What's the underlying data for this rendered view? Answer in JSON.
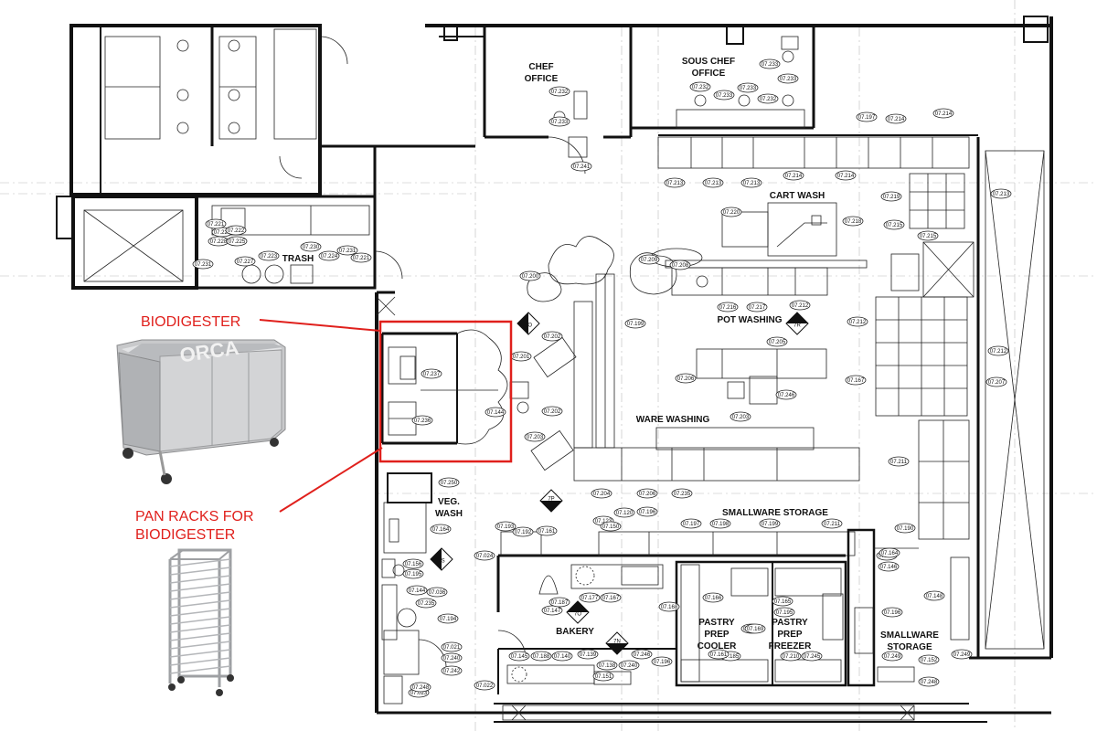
{
  "callouts": {
    "biodigester": "BIODIGESTER",
    "pan_racks_line1": "PAN RACKS FOR",
    "pan_racks_line2": "BIODIGESTER",
    "highlight_color": "#e0201c"
  },
  "product_label": "ORCA",
  "rooms": {
    "chef_office_1": "CHEF",
    "chef_office_2": "OFFICE",
    "sous_chef_1": "SOUS CHEF",
    "sous_chef_2": "OFFICE",
    "cart_wash": "CART WASH",
    "trash": "TRASH",
    "pot_washing": "POT WASHING",
    "ware_washing": "WARE WASHING",
    "veg_wash_1": "VEG.",
    "veg_wash_2": "WASH",
    "smallware_storage_top": "SMALLWARE STORAGE",
    "bakery": "BAKERY",
    "pastry_cooler_1": "PASTRY",
    "pastry_cooler_2": "PREP",
    "pastry_cooler_3": "COOLER",
    "pastry_freezer_1": "PASTRY",
    "pastry_freezer_2": "PREP",
    "pastry_freezer_3": "FREEZER",
    "smallware_storage_1": "SMALLWARE",
    "smallware_storage_2": "STORAGE"
  },
  "section_markers": [
    "7R",
    "7O",
    "7P",
    "7S",
    "7O",
    "7N"
  ],
  "tags": [
    "07.231",
    "07.226",
    "07.228",
    "07.222",
    "07.225",
    "07.227",
    "07.221",
    "07.223",
    "07.230",
    "07.224",
    "07.231",
    "07.221",
    "07.232",
    "07.233",
    "07.241",
    "07.232",
    "07.233",
    "07.233",
    "07.232",
    "07.233",
    "07.233",
    "07.197",
    "07.214",
    "07.214",
    "07.213",
    "07.213",
    "07.213",
    "07.214",
    "07.214",
    "07.220",
    "07.218",
    "07.219",
    "07.215",
    "07.215",
    "07.213",
    "07.209",
    "07.208",
    "07.216",
    "07.217",
    "07.212",
    "07.212",
    "07.167",
    "07.212",
    "07.207",
    "07.205",
    "07.206",
    "07.246",
    "07.203",
    "07.200",
    "07.201",
    "07.202",
    "07.202",
    "07.203",
    "07.199",
    "07.237",
    "07.236",
    "07.144",
    "07.204",
    "07.206",
    "07.235",
    "07.250",
    "07.164",
    "07.156",
    "07.195",
    "07.144",
    "07.036",
    "07.235",
    "07.194",
    "07.193",
    "07.192",
    "07.161",
    "07.123",
    "07.120",
    "07.196",
    "07.197",
    "07.198",
    "07.199",
    "07.211",
    "07.211",
    "07.190",
    "07.148",
    "07.147",
    "07.177",
    "07.167",
    "07.168",
    "07.166",
    "07.167",
    "07.165",
    "07.195",
    "07.196",
    "07.196",
    "07.155",
    "07.146",
    "07.145",
    "07.188",
    "07.140",
    "07.139",
    "07.138",
    "07.240",
    "07.246",
    "07.024",
    "07.022",
    "07.023",
    "07.021",
    "07.240",
    "07.242",
    "07.248",
    "07.248",
    "07.249",
    "07.249",
    "07.152",
    "07.151",
    "07.150",
    "07.187",
    "07.185",
    "07.169",
    "07.210",
    "07.245",
    "07.164",
    "07.161"
  ]
}
